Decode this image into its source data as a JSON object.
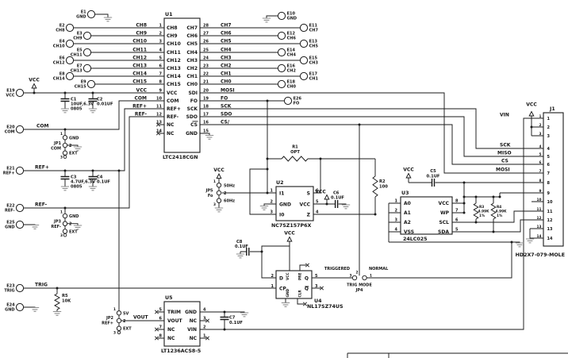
{
  "u1": {
    "ref": "U1",
    "part": "LTC2418CGN",
    "left": [
      {
        "num": "1",
        "name": "CH8",
        "net": "CH8"
      },
      {
        "num": "2",
        "name": "CH9",
        "net": "CH9"
      },
      {
        "num": "3",
        "name": "CH10",
        "net": "CH10"
      },
      {
        "num": "4",
        "name": "CH11",
        "net": "CH11"
      },
      {
        "num": "5",
        "name": "CH12",
        "net": "CH12"
      },
      {
        "num": "6",
        "name": "CH13",
        "net": "CH13"
      },
      {
        "num": "7",
        "name": "CH14",
        "net": "CH14"
      },
      {
        "num": "8",
        "name": "CH15",
        "net": "CH15"
      },
      {
        "num": "9",
        "name": "VCC",
        "net": "VCC"
      },
      {
        "num": "10",
        "name": "COM",
        "net": "COM"
      },
      {
        "num": "11",
        "name": "REF+",
        "net": "REF+"
      },
      {
        "num": "12",
        "name": "REF-",
        "net": "REF-"
      },
      {
        "num": "13",
        "name": "NC",
        "net": ""
      },
      {
        "num": "14",
        "name": "NC",
        "net": ""
      }
    ],
    "right": [
      {
        "num": "28",
        "name": "CH7",
        "net": "CH7"
      },
      {
        "num": "27",
        "name": "CH6",
        "net": "CH6"
      },
      {
        "num": "26",
        "name": "CH5",
        "net": "CH5"
      },
      {
        "num": "25",
        "name": "CH4",
        "net": "CH4"
      },
      {
        "num": "24",
        "name": "CH3",
        "net": "CH3"
      },
      {
        "num": "23",
        "name": "CH2",
        "net": "CH2"
      },
      {
        "num": "22",
        "name": "CH1",
        "net": "CH1"
      },
      {
        "num": "21",
        "name": "CH0",
        "net": "CH0"
      },
      {
        "num": "20",
        "name": "SDI",
        "net": "MOSI"
      },
      {
        "num": "19",
        "name": "FO",
        "net": "FO"
      },
      {
        "num": "18",
        "name": "SCK",
        "net": "SCK"
      },
      {
        "num": "17",
        "name": "SDO",
        "net": "SDO"
      },
      {
        "num": "16",
        "name": "CS",
        "net": "CS/"
      },
      {
        "num": "15",
        "name": "GND",
        "net": ""
      }
    ]
  },
  "u2": {
    "ref": "U2",
    "part": "NC7SZ157P6X",
    "left": [
      {
        "num": "1",
        "name": "I1"
      },
      {
        "num": "2",
        "name": "GND"
      },
      {
        "num": "3",
        "name": "I0"
      }
    ],
    "right": [
      {
        "num": "6",
        "name": "S"
      },
      {
        "num": "5",
        "name": "VCC"
      },
      {
        "num": "4",
        "name": "Z"
      }
    ]
  },
  "u3": {
    "ref": "U3",
    "part": "24LC025",
    "left": [
      {
        "num": "1",
        "name": "A0"
      },
      {
        "num": "2",
        "name": "A1"
      },
      {
        "num": "3",
        "name": "A2"
      },
      {
        "num": "4",
        "name": "VSS"
      }
    ],
    "right": [
      {
        "num": "8",
        "name": "VCC"
      },
      {
        "num": "7",
        "name": "WP"
      },
      {
        "num": "6",
        "name": "SCL"
      },
      {
        "num": "5",
        "name": "SDA"
      }
    ]
  },
  "u4": {
    "ref": "U4",
    "part": "NL17SZ74US",
    "pins": {
      "d": {
        "num": "2",
        "name": "D"
      },
      "cp": {
        "num": "1",
        "name": "CP"
      },
      "q": {
        "num": "5",
        "name": "Q"
      },
      "qb": {
        "num": "3",
        "name": "Q"
      },
      "vcc": "VCC",
      "pre": "PRE",
      "gnd": "GND",
      "clr": "CLR"
    }
  },
  "u5": {
    "ref": "U5",
    "part": "LT1236ACS8-5",
    "left": [
      {
        "num": "5",
        "name": "TRIM"
      },
      {
        "num": "6",
        "name": "VOUT"
      },
      {
        "num": "7",
        "name": "NC"
      },
      {
        "num": "8",
        "name": "NC"
      }
    ],
    "right": [
      {
        "num": "4",
        "name": "GND"
      },
      {
        "num": "3",
        "name": "NC"
      },
      {
        "num": "2",
        "name": "VIN"
      },
      {
        "num": "1",
        "name": "NC"
      }
    ]
  },
  "j1": {
    "ref": "J1",
    "part": "HD2X7-079-MOLE",
    "pins": [
      "1",
      "2",
      "3",
      "4",
      "5",
      "6",
      "7",
      "8",
      "9",
      "10",
      "11",
      "12",
      "13",
      "14"
    ],
    "nets": {
      "p1": "VIN",
      "p4": "SCK",
      "p5": "MISO",
      "p6": "CS",
      "p7": "MOSI"
    }
  },
  "tp": {
    "e1": {
      "ref": "E1",
      "net": "GND"
    },
    "e2": {
      "ref": "E2",
      "net": "CH8"
    },
    "e3": {
      "ref": "E3",
      "net": "CH9"
    },
    "e4": {
      "ref": "E4",
      "net": "CH10"
    },
    "e5": {
      "ref": "E5",
      "net": "CH11"
    },
    "e6": {
      "ref": "E6",
      "net": "CH12"
    },
    "e7": {
      "ref": "E7",
      "net": "CH13"
    },
    "e8": {
      "ref": "E8",
      "net": "CH14"
    },
    "e9": {
      "ref": "E9",
      "net": "CH15"
    },
    "e10": {
      "ref": "E10",
      "net": "GND"
    },
    "e11": {
      "ref": "E11",
      "net": "CH7"
    },
    "e12": {
      "ref": "E12",
      "net": "CH6"
    },
    "e13": {
      "ref": "E13",
      "net": "CH5"
    },
    "e14": {
      "ref": "E14",
      "net": "CH4"
    },
    "e15": {
      "ref": "E15",
      "net": "CH3"
    },
    "e16": {
      "ref": "E16",
      "net": "CH2"
    },
    "e17": {
      "ref": "E17",
      "net": "CH1"
    },
    "e18": {
      "ref": "E18",
      "net": "CH0"
    },
    "e19": {
      "ref": "E19",
      "net": "VCC"
    },
    "e20": {
      "ref": "E20",
      "net": "COM"
    },
    "e21": {
      "ref": "E21",
      "net": "REF+"
    },
    "e22": {
      "ref": "E22",
      "net": "REF-"
    },
    "e23": {
      "ref": "E23",
      "net": "TRIG"
    },
    "e24": {
      "ref": "E24",
      "net": "GND"
    },
    "e25": {
      "ref": "E25",
      "net": "GND"
    },
    "e26": {
      "ref": "E26",
      "net": "FO"
    }
  },
  "jp1": {
    "ref": "JP1",
    "name": "COM",
    "p1": "GND",
    "p3": "EXT"
  },
  "jp2": {
    "ref": "JP2",
    "name": "REF+",
    "p1": "5V",
    "p3": "EXT"
  },
  "jp3": {
    "ref": "JP3",
    "name": "REF-",
    "p1": "GND",
    "p3": "EXT"
  },
  "jp4": {
    "ref": "JP4",
    "name": "TRIG MODE",
    "left_label": "TRIGGERED",
    "right_label": "NORMAL"
  },
  "jp5": {
    "ref": "JP5",
    "name": "Fo",
    "p1": "50Hz",
    "p3": "60Hz"
  },
  "pin_idx": {
    "p1": "1",
    "p2": "2",
    "p3": "3"
  },
  "r": {
    "r1": {
      "ref": "R1",
      "val": "OPT"
    },
    "r2": {
      "ref": "R2",
      "val": "100"
    },
    "r3": {
      "ref": "R3",
      "val": "4.99K",
      "tol": "1%"
    },
    "r4": {
      "ref": "R4",
      "val": "4.99K",
      "tol": "1%"
    },
    "r5": {
      "ref": "R5",
      "val": "10K"
    }
  },
  "c": {
    "c1": {
      "ref": "C1",
      "val": "10UF,6.3V",
      "pkg": "0805"
    },
    "c2": {
      "ref": "C2",
      "val": "0.01UF"
    },
    "c3": {
      "ref": "C3",
      "val": "4.7UF,6.3V",
      "pkg": "0805"
    },
    "c4": {
      "ref": "C4",
      "val": "0.1UF"
    },
    "c5": {
      "ref": "C5",
      "val": "0.1UF"
    },
    "c6": {
      "ref": "C6",
      "val": "0.1UF"
    },
    "c7": {
      "ref": "C7",
      "val": "0.1UF"
    },
    "c8": {
      "ref": "C8",
      "val": "0.1UF"
    }
  },
  "power": {
    "vcc": "VCC",
    "com": "COM",
    "refp": "REF+",
    "refm": "REF-",
    "trig": "TRIG",
    "vout": "VOUT"
  }
}
